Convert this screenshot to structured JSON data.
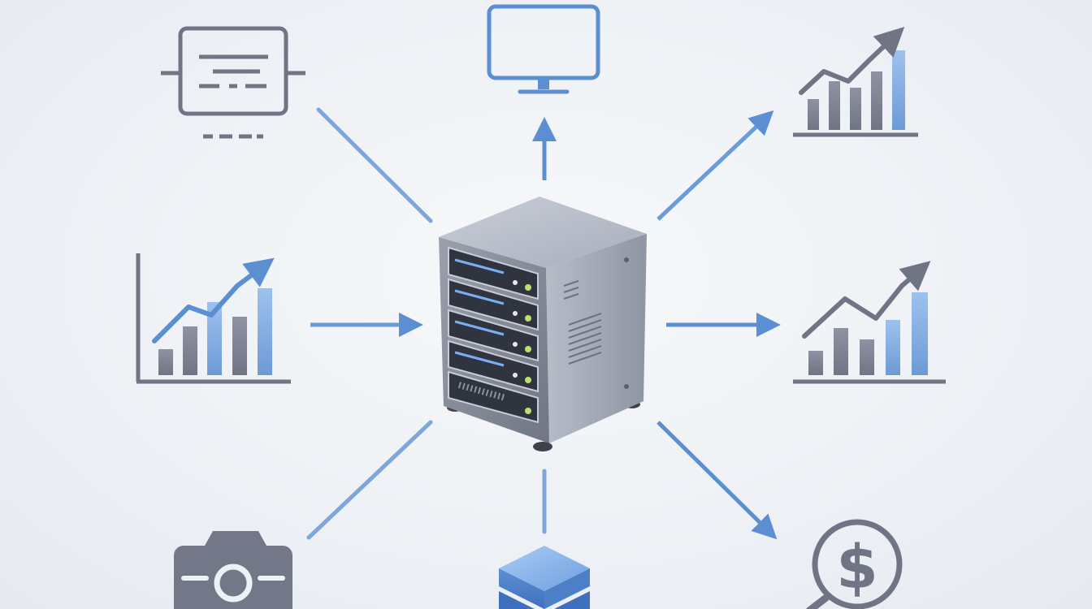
{
  "diagram": {
    "center_node": "server-rack",
    "nodes": [
      {
        "id": "document-panel",
        "icon": "document-panel-icon",
        "relation": "input"
      },
      {
        "id": "monitor",
        "icon": "monitor-icon",
        "relation": "output"
      },
      {
        "id": "trend-chart-top-right",
        "icon": "bar-chart-icon",
        "relation": "output"
      },
      {
        "id": "trend-chart-left",
        "icon": "bar-chart-icon",
        "relation": "input"
      },
      {
        "id": "trend-chart-right",
        "icon": "bar-chart-icon",
        "relation": "output"
      },
      {
        "id": "camera",
        "icon": "camera-icon",
        "relation": "input"
      },
      {
        "id": "database-cube",
        "icon": "cube-stack-icon",
        "relation": "input"
      },
      {
        "id": "revenue",
        "icon": "dollar-search-icon",
        "relation": "output"
      }
    ],
    "dollar_symbol": "$",
    "colors": {
      "background": "#eef1f5",
      "icon_gray": "#6f7585",
      "accent_blue": "#5b8fd1",
      "light_blue": "#8fb5e6"
    }
  }
}
